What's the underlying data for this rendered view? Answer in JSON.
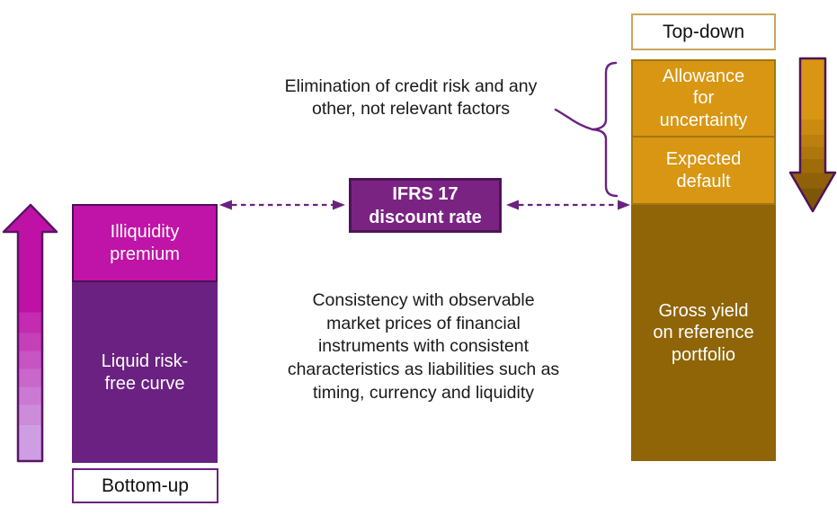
{
  "bottom_up": {
    "approach_label": "Bottom-up",
    "illiquidity_label": "Illiquidity\npremium",
    "risk_free_label": "Liquid risk-\nfree curve",
    "direction_arrow": "up-gradient-arrow"
  },
  "top_down": {
    "approach_label": "Top-down",
    "allowance_label": "Allowance\nfor\nuncertainty",
    "expected_default_label": "Expected\ndefault",
    "gross_yield_label": "Gross yield\non reference\nportfolio",
    "direction_arrow": "down-gradient-arrow"
  },
  "center": {
    "discount_box_label": "IFRS 17\ndiscount rate",
    "elimination_note": "Elimination of credit risk and any\nother, not relevant factors",
    "consistency_note": "Consistency with observable\nmarket prices of financial\ninstruments with consistent\ncharacteristics as liabilities such as\ntiming, currency and liquidity"
  },
  "colors": {
    "magenta": "#C013A7",
    "deep_purple": "#6B2181",
    "border_purple": "#4A1157",
    "ifrs_box_fill": "#7A2383",
    "ifrs_box_border": "#4E1458",
    "connector_purple": "#6B2180",
    "orange": "#D89612",
    "orange_border": "#A1760F",
    "dark_gold": "#8F6508",
    "topdown_border": "#CBA55C",
    "arrow_gradient_light": "#CE9EE2",
    "note_text": "#1A1A1A"
  }
}
